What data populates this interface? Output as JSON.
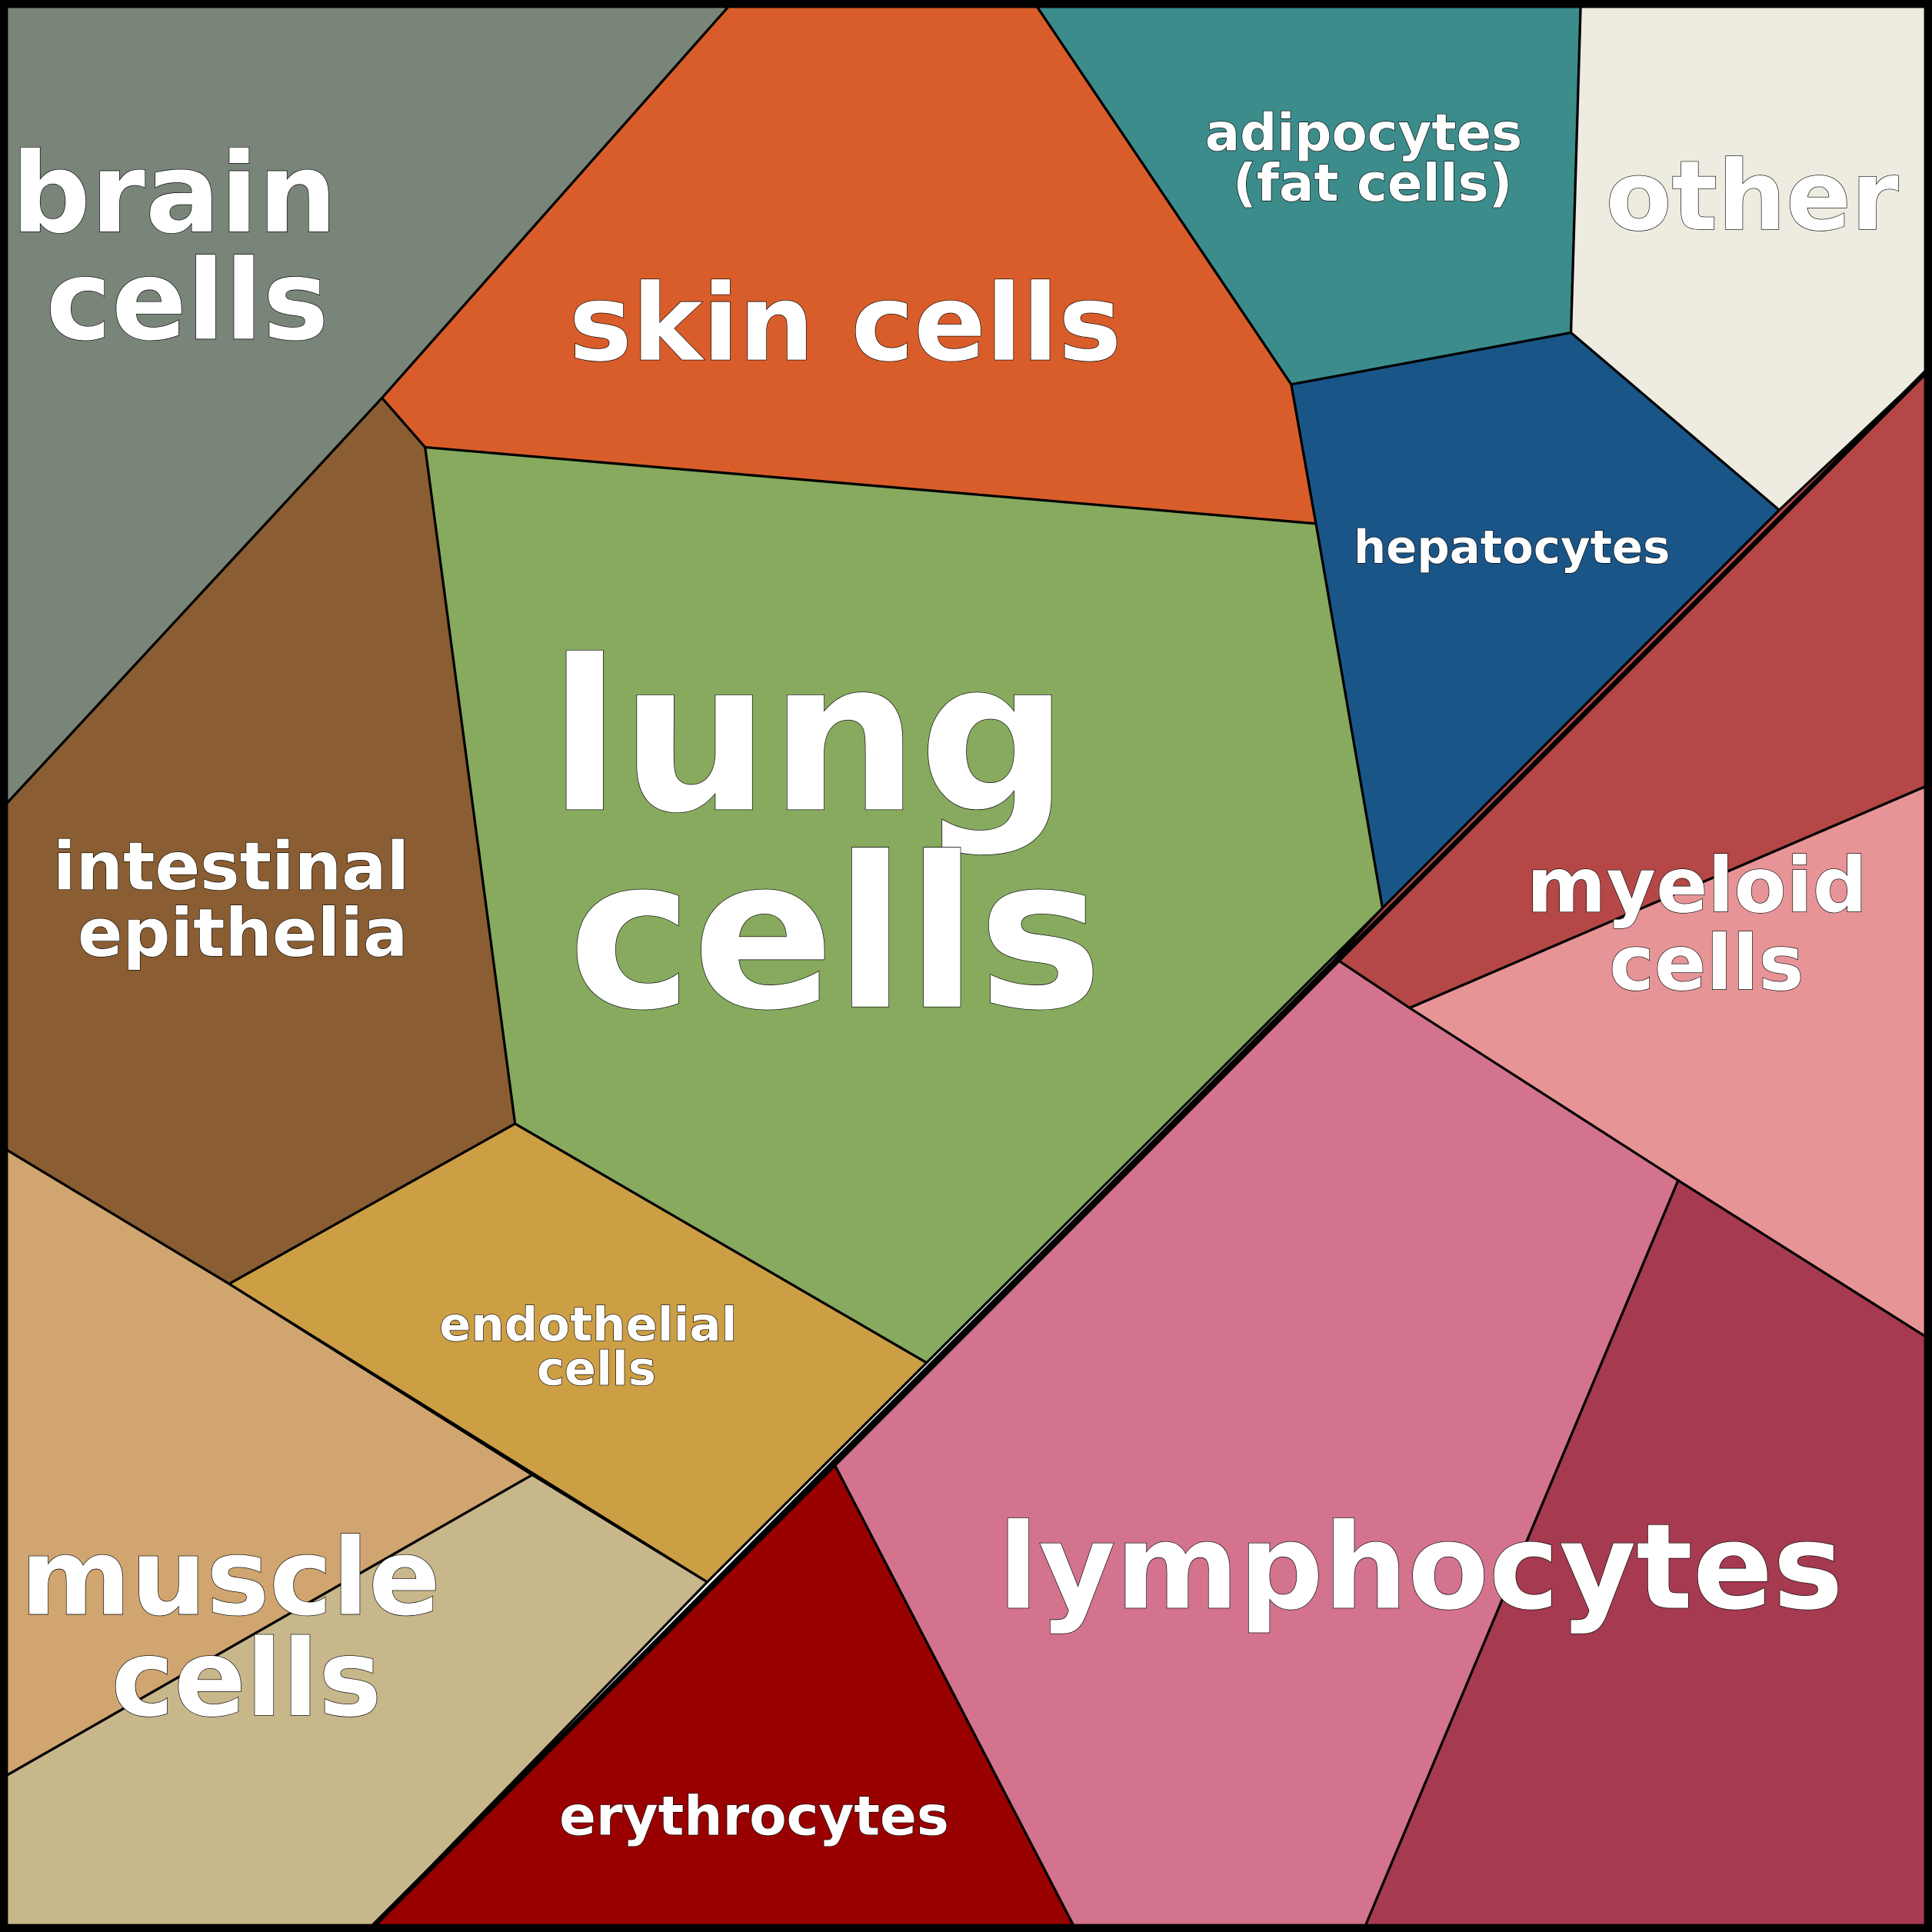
{
  "cells": {
    "brain": {
      "lines": [
        "brain",
        "cells"
      ],
      "color": "#7a8579"
    },
    "skin": {
      "lines": [
        "skin cells"
      ],
      "color": "#d95d2a"
    },
    "adipocytes": {
      "lines": [
        "adipocytes",
        "(fat cells)"
      ],
      "color": "#3c8c8c"
    },
    "other": {
      "lines": [
        "other"
      ],
      "color": "#eeebe0"
    },
    "hepatocytes": {
      "lines": [
        "hepatocytes"
      ],
      "color": "#1a5588"
    },
    "lung": {
      "lines": [
        "lung",
        "cells"
      ],
      "color": "#87aa5f"
    },
    "intestinal": {
      "lines": [
        "intestinal",
        "epithelia"
      ],
      "color": "#8a5e32"
    },
    "endothelial": {
      "lines": [
        "endothelial",
        "cells"
      ],
      "color": "#cc9f45"
    },
    "muscle": {
      "lines": [
        "muscle",
        "cells"
      ],
      "colors": [
        "#d0a570",
        "#c8b78b"
      ]
    },
    "erythrocytes": {
      "lines": [
        "erythrocytes"
      ],
      "color": "#990000"
    },
    "lymphocytes": {
      "lines": [
        "lymphocytes"
      ],
      "colors": [
        "#d3738d",
        "#a63a50"
      ]
    },
    "myeloid": {
      "lines": [
        "myeloid",
        "cells"
      ],
      "colors": [
        "#b54747",
        "#e79496"
      ]
    }
  }
}
